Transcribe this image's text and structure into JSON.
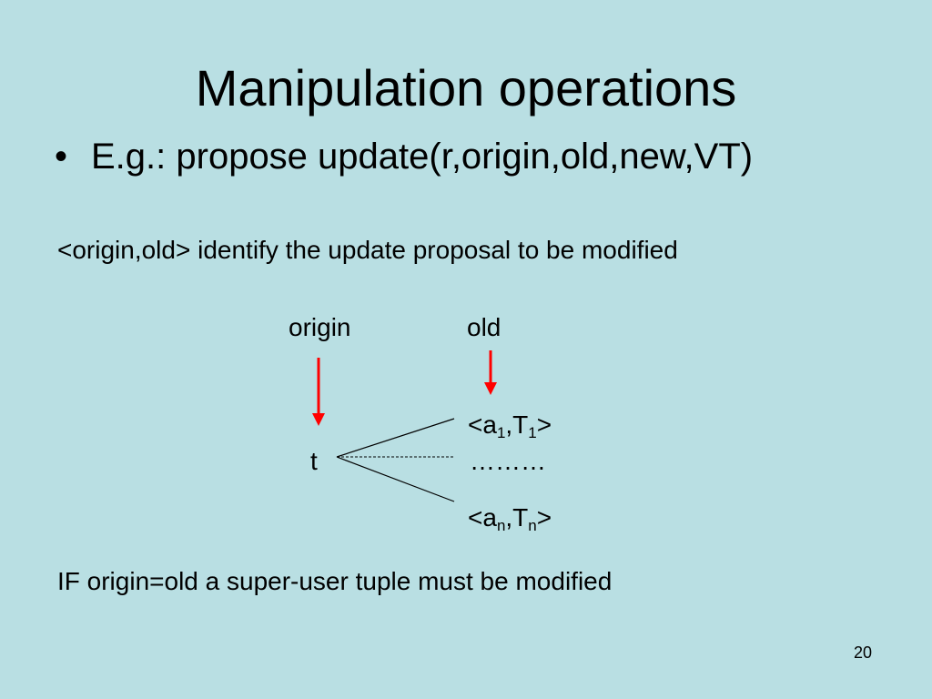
{
  "slide": {
    "title": "Manipulation operations",
    "bullet_marker": "•",
    "bullet": "E.g.: propose update(r,origin,old,new,VT)",
    "line1": "<origin,old> identify the update proposal to be modified",
    "diagram": {
      "label_origin": "origin",
      "label_old": "old",
      "node_t": "t",
      "tuple_first": {
        "open": "<a",
        "sub_a": "1",
        "mid": ",T",
        "sub_t": "1",
        "close": ">"
      },
      "dots": "………",
      "tuple_last": {
        "open": "<a",
        "sub_a": "n",
        "mid": ",T",
        "sub_t": "n",
        "close": ">"
      },
      "arrow_color": "#ff0000"
    },
    "line2": "IF origin=old a super-user tuple must be modified",
    "page_number": "20"
  }
}
